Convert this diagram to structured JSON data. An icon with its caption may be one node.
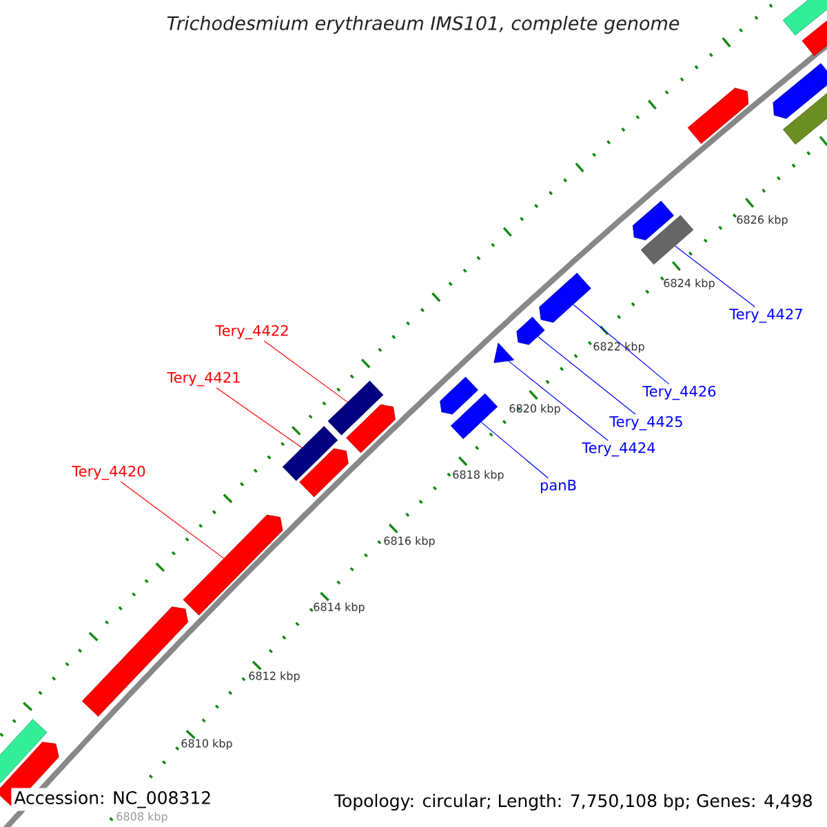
{
  "diagram": {
    "title": "Trichodesmium erythraeum IMS101, complete genome",
    "nodes": [
      {
        "text": [
          "Tery_4422"
        ]
      },
      {
        "text": [
          "Tery_4421"
        ]
      },
      {
        "text": [
          "Tery_4420"
        ]
      },
      {
        "text": [
          "panB"
        ]
      },
      {
        "text": [
          "Tery_4424"
        ]
      },
      {
        "text": [
          "Tery_4425"
        ]
      },
      {
        "text": [
          "Tery_4426"
        ]
      },
      {
        "text": [
          "Tery_4427"
        ]
      },
      {
        "text": [],
        "shape": "box"
      },
      {
        "text": [],
        "shape": "arrow"
      },
      {
        "text": [],
        "shape": "arrow"
      },
      {
        "text": [],
        "shape": "arrow"
      },
      {
        "text": [],
        "shape": "box"
      },
      {
        "text": [],
        "shape": "arrow"
      },
      {
        "text": [],
        "shape": "box"
      },
      {
        "text": [],
        "shape": "arrow"
      },
      {
        "text": [],
        "shape": "arrow"
      },
      {
        "text": [],
        "shape": "box"
      },
      {
        "text": [],
        "shape": "triangle"
      },
      {
        "text": [],
        "shape": "arrow"
      },
      {
        "text": [],
        "shape": "arrow"
      },
      {
        "text": [],
        "shape": "arrow"
      },
      {
        "text": [],
        "shape": "box"
      },
      {
        "text": [],
        "shape": "arrow"
      },
      {
        "text": [],
        "shape": "arrow"
      },
      {
        "text": [],
        "shape": "box"
      },
      {
        "text": [],
        "shape": "box"
      },
      {
        "text": [],
        "shape": "arrow"
      }
    ],
    "edges": [
      {
        "from": 0,
        "to": 14,
        "arrow": "none",
        "color": "#ff0000"
      },
      {
        "from": 1,
        "to": 12,
        "arrow": "none",
        "color": "#ff0000"
      },
      {
        "from": 2,
        "to": 11,
        "arrow": "none",
        "color": "#ff0000"
      },
      {
        "from": 3,
        "to": 17,
        "arrow": "none"
      },
      {
        "from": 4,
        "to": 18,
        "arrow": "none"
      },
      {
        "from": 5,
        "to": 19,
        "arrow": "none"
      },
      {
        "from": 6,
        "to": 20,
        "arrow": "none"
      },
      {
        "from": 7,
        "to": 22,
        "arrow": "none"
      }
    ],
    "labels": [
      "6826 kbp",
      "6824 kbp",
      "6822 kbp",
      "6820 kbp",
      "6818 kbp",
      "6816 kbp",
      "6814 kbp",
      "6812 kbp",
      "6810 kbp",
      "6808 kbp",
      "Accession: NC_008312",
      "Topology: circular; Length: 7,750,108 bp; Genes: 4,498"
    ]
  }
}
